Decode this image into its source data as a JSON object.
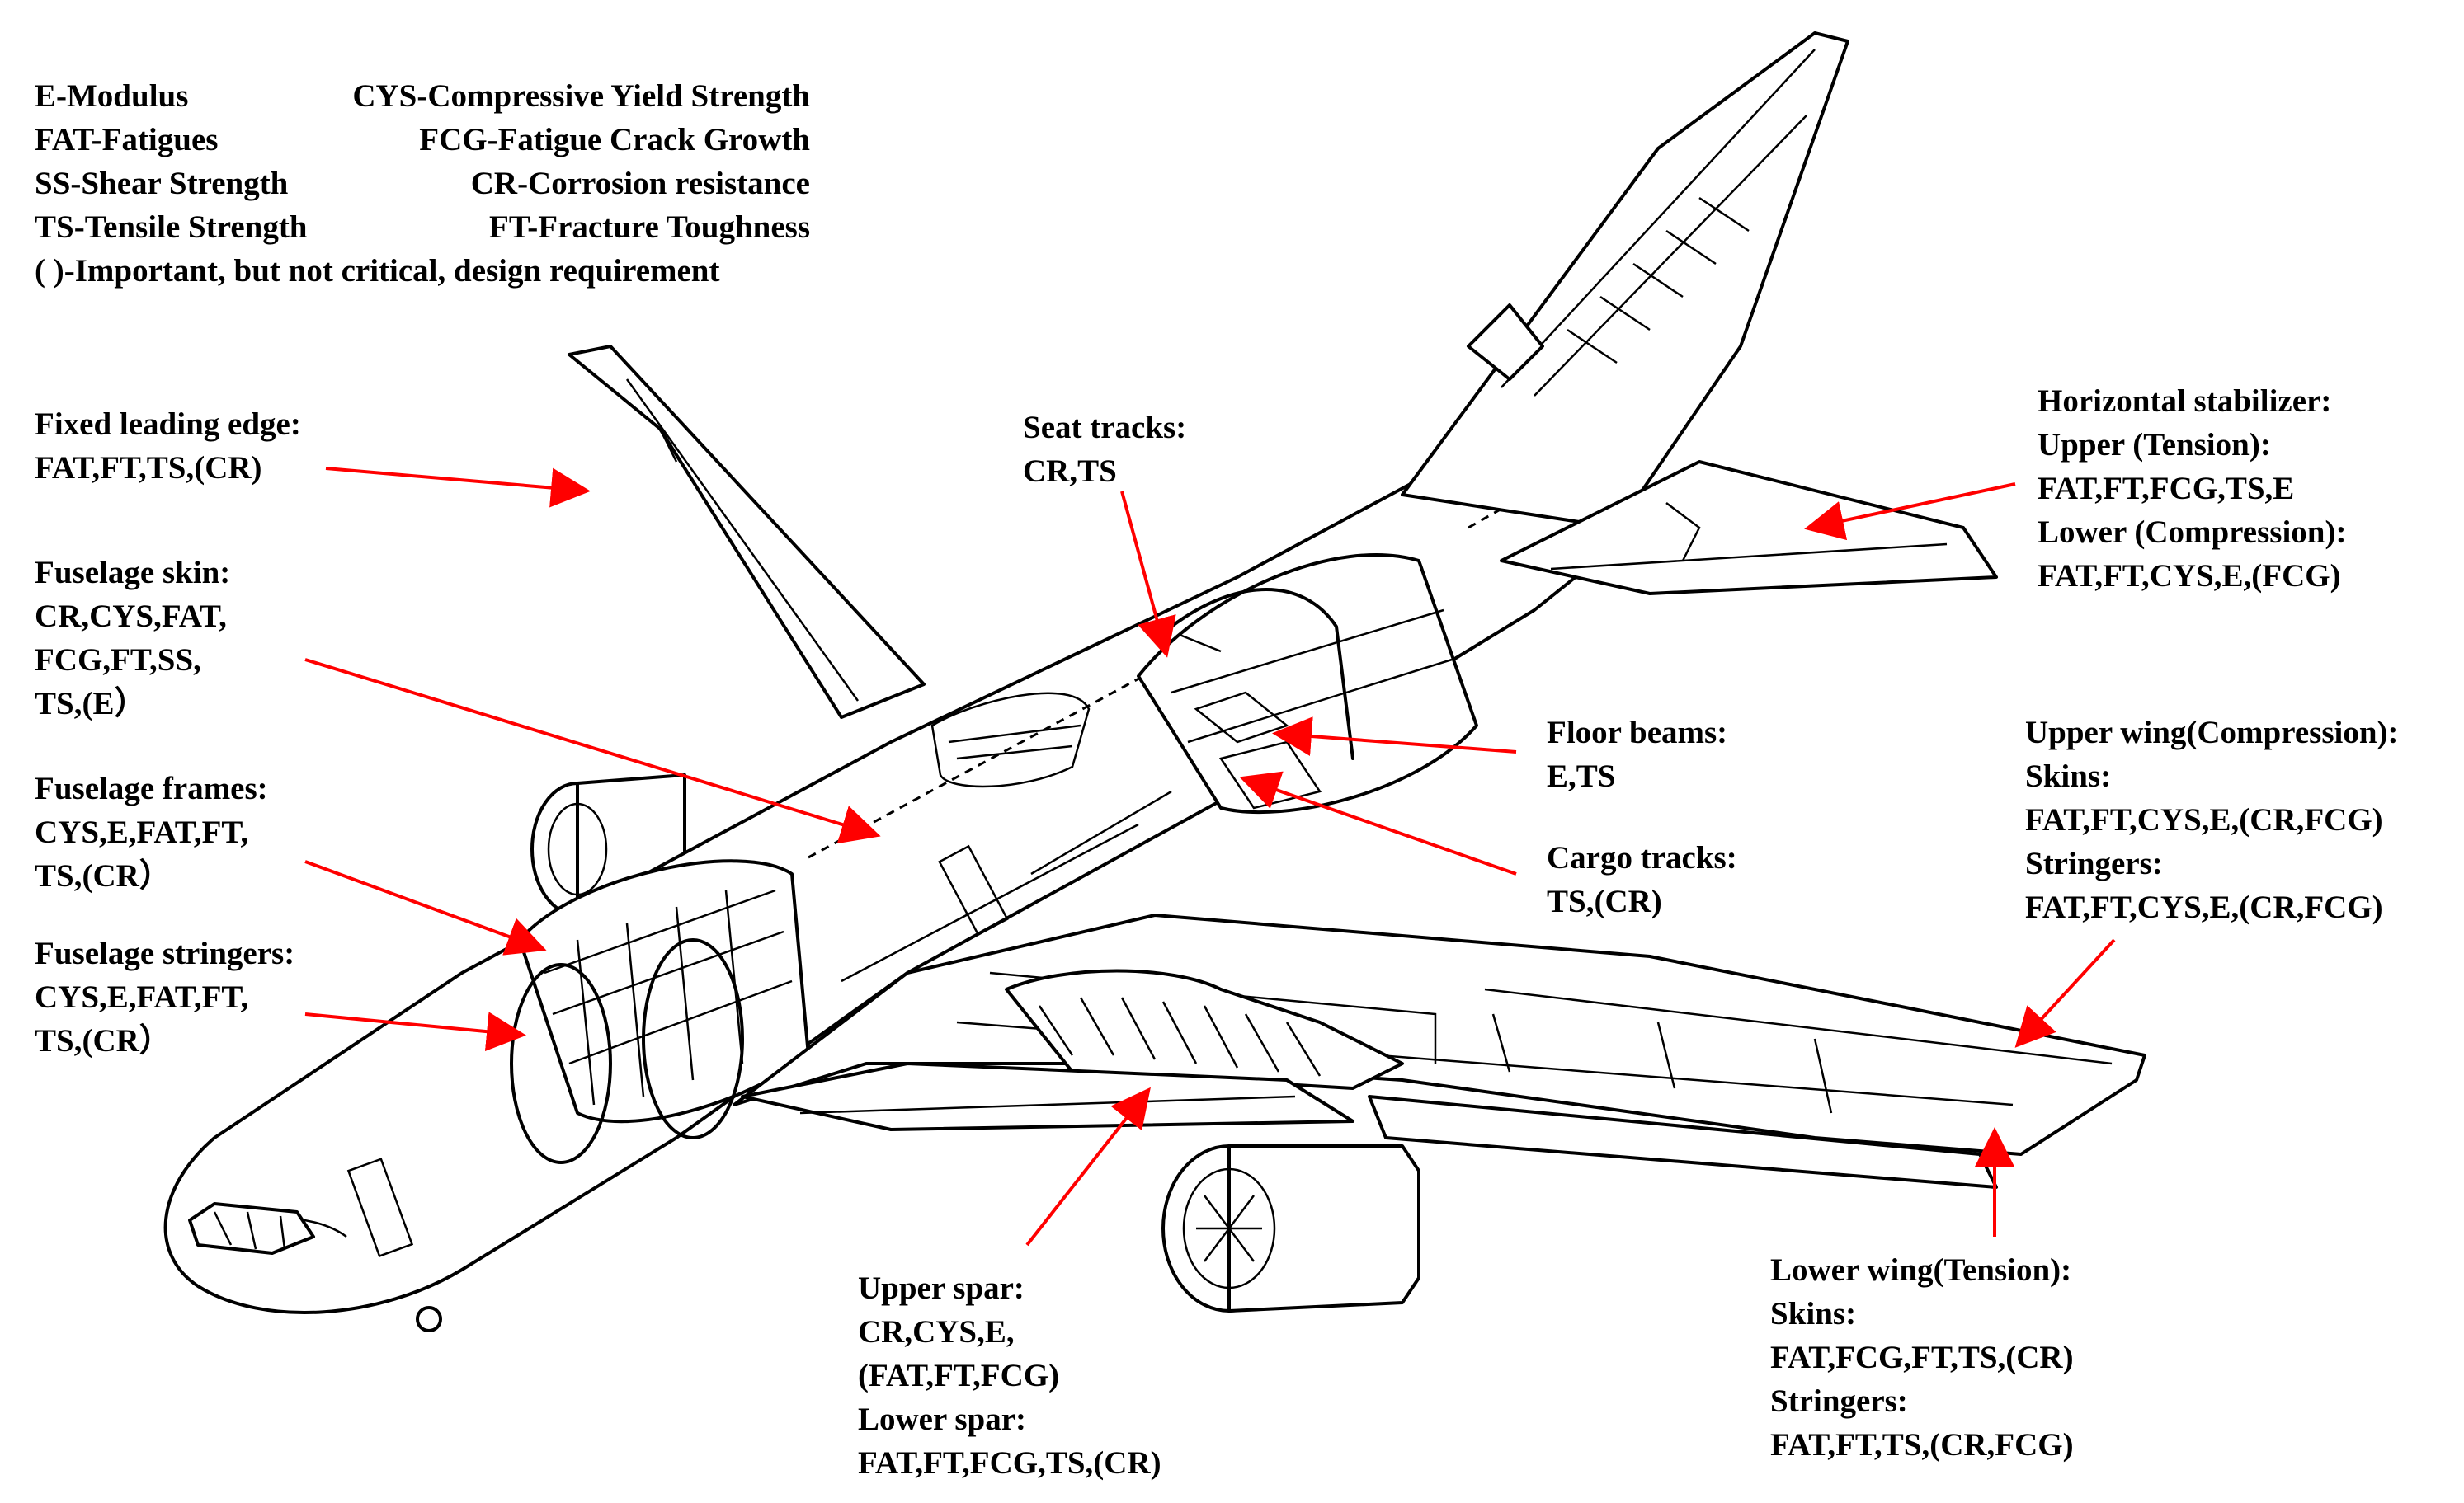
{
  "legend": {
    "rows": [
      {
        "left": "E-Modulus",
        "right": "CYS-Compressive Yield Strength"
      },
      {
        "left": "FAT-Fatigues",
        "right": "FCG-Fatigue Crack Growth"
      },
      {
        "left": "SS-Shear Strength",
        "right": "CR-Corrosion resistance"
      },
      {
        "left": "TS-Tensile Strength",
        "right": "FT-Fracture Toughness"
      }
    ],
    "note": "( )-Important, but not critical, design requirement"
  },
  "labels": {
    "fixed_leading_edge": [
      "Fixed leading edge:",
      "FAT,FT,TS,(CR)"
    ],
    "fuselage_skin": [
      "Fuselage skin:",
      "CR,CYS,FAT,",
      "FCG,FT,SS,",
      "TS,(E）"
    ],
    "fuselage_frames": [
      "Fuselage frames:",
      "CYS,E,FAT,FT,",
      "TS,(CR）"
    ],
    "fuselage_stringers": [
      "Fuselage stringers:",
      "CYS,E,FAT,FT,",
      "TS,(CR）"
    ],
    "seat_tracks": [
      "Seat tracks:",
      "CR,TS"
    ],
    "floor_beams": [
      "Floor beams:",
      "E,TS"
    ],
    "cargo_tracks": [
      "Cargo tracks:",
      "TS,(CR)"
    ],
    "horizontal_stabilizer": [
      "Horizontal stabilizer:",
      "Upper (Tension):",
      "FAT,FT,FCG,TS,E",
      "Lower (Compression):",
      "FAT,FT,CYS,E,(FCG)"
    ],
    "upper_wing": [
      "Upper wing(Compression):",
      "Skins:",
      "FAT,FT,CYS,E,(CR,FCG)",
      "Stringers:",
      "FAT,FT,CYS,E,(CR,FCG)"
    ],
    "spars": [
      "Upper spar:",
      "CR,CYS,E,",
      "(FAT,FT,FCG)",
      "Lower spar:",
      "FAT,FT,FCG,TS,(CR)"
    ],
    "lower_wing": [
      "Lower wing(Tension):",
      "Skins:",
      "FAT,FCG,FT,TS,(CR)",
      "Stringers:",
      "FAT,FT,TS,(CR,FCG)"
    ]
  },
  "colors": {
    "arrow": "#ff0000",
    "ink": "#000000",
    "background": "#ffffff"
  }
}
